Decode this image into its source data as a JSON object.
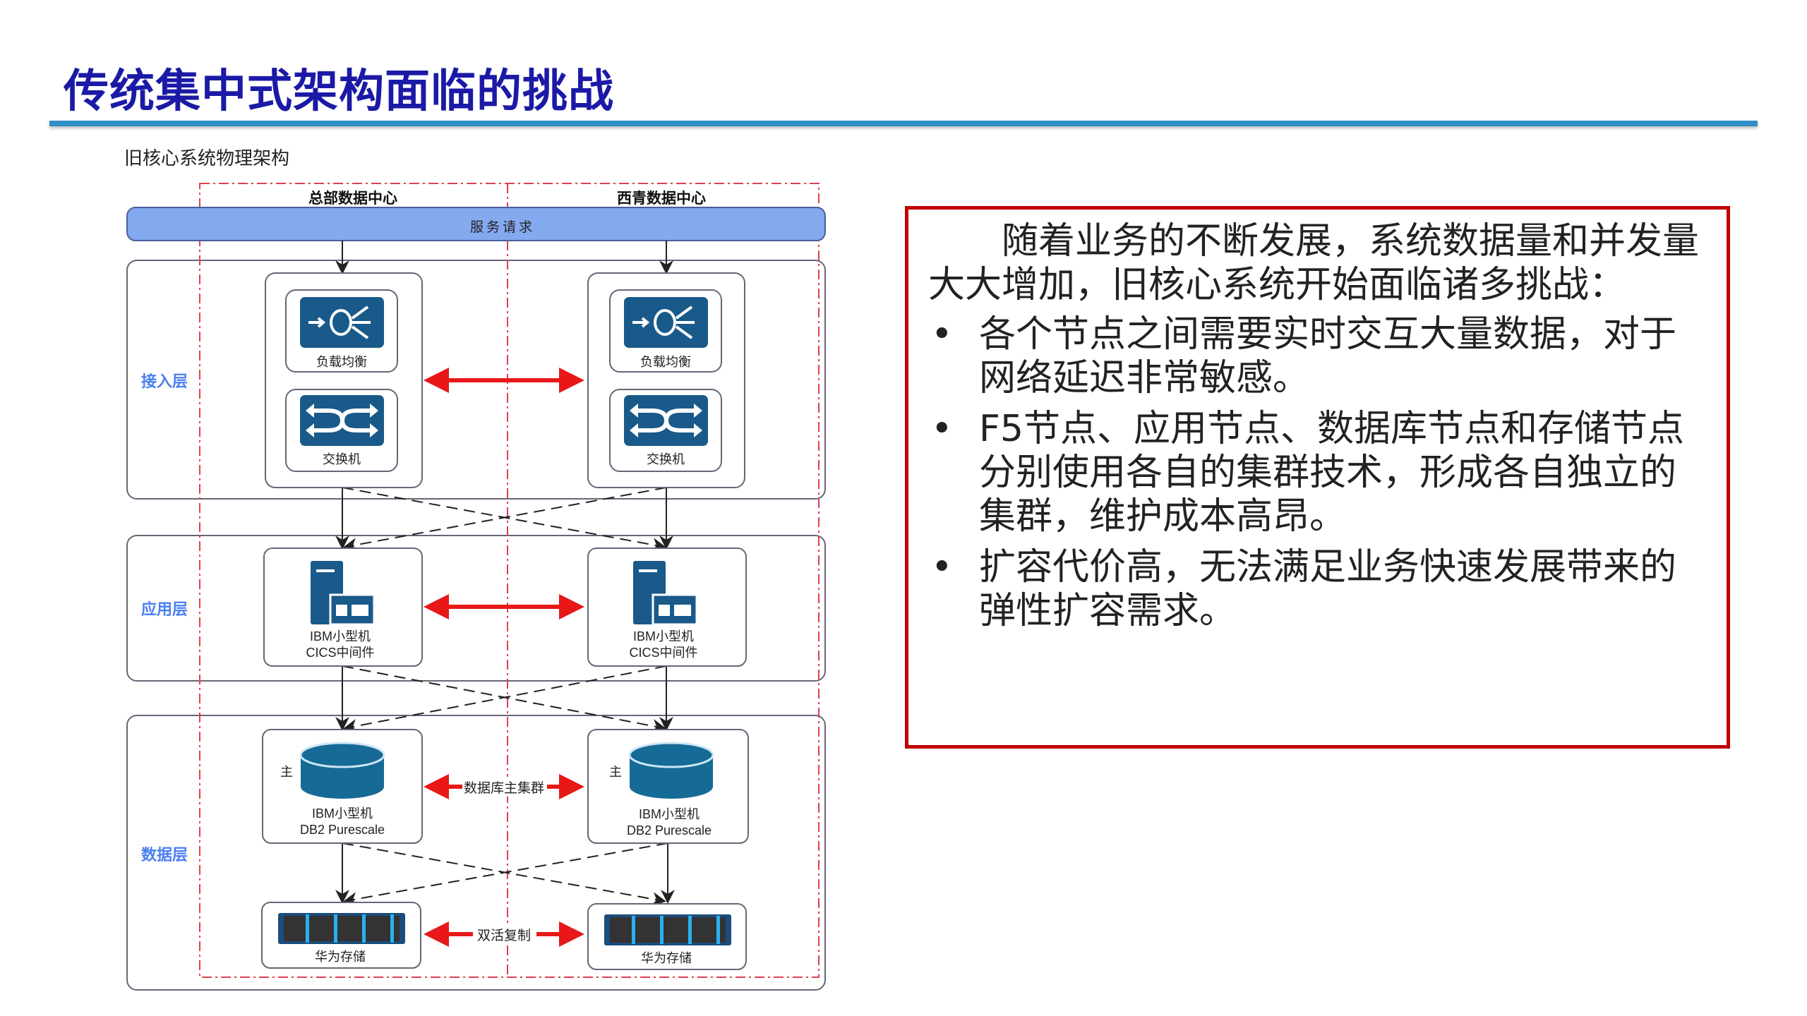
{
  "title": "传统集中式架构面临的挑战",
  "subtitle": "旧核心系统物理架构",
  "diagram": {
    "dc_left": "总部数据中心",
    "dc_right": "西青数据中心",
    "service_bar": "服务请求",
    "layers": {
      "access": "接入层",
      "app": "应用层",
      "data": "数据层"
    },
    "load_balancer": "负载均衡",
    "switch": "交换机",
    "app_server_line1": "IBM小型机",
    "app_server_line2": "CICS中间件",
    "db_primary": "主",
    "db_line1": "IBM小型机",
    "db_line2": "DB2 Purescale",
    "db_cluster_label": "数据库主集群",
    "storage": "华为存储",
    "storage_link_label": "双活复制"
  },
  "panel": {
    "intro": "随着业务的不断发展，系统数据量和并发量大大增加，旧核心系统开始面临诸多挑战：",
    "bullet_char": "•",
    "bullets": [
      "各个节点之间需要实时交互大量数据，对于网络延迟非常敏感。",
      "F5节点、应用节点、数据库节点和存储节点分别使用各自的集群技术，形成各自独立的集群，维护成本高昂。",
      "扩容代价高，无法满足业务快速发展带来的弹性扩容需求。"
    ]
  },
  "colors": {
    "title": "#1b1aa6",
    "rule": "#2f8ec4",
    "panel_border": "#c00000",
    "icon": "#1a5a8a",
    "layer_label": "#4a7ff0",
    "link": "#e81818"
  }
}
